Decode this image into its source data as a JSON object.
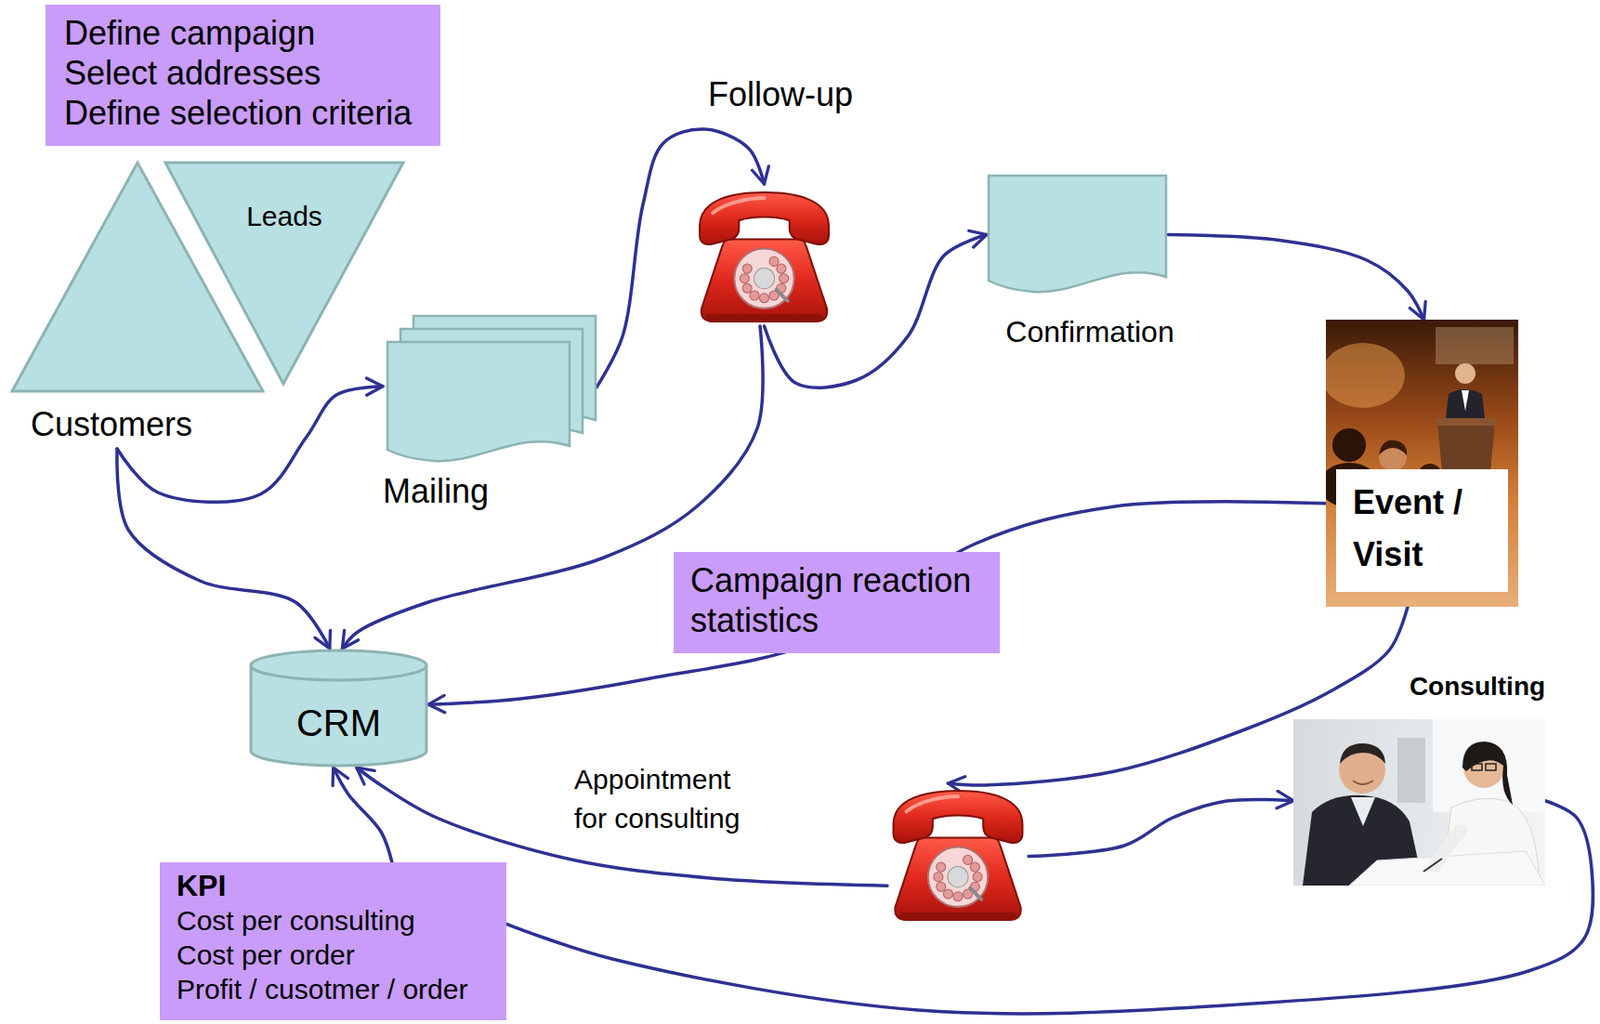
{
  "diagram": {
    "nodes": [
      {
        "text": [
          "Define campaign",
          "Select addresses",
          "Define selection criteria"
        ]
      },
      {
        "text": [
          "Customers"
        ]
      },
      {
        "text": [
          "Leads"
        ]
      },
      {
        "text": [
          "Mailing"
        ]
      },
      {
        "text": [
          "Follow-up"
        ]
      },
      {
        "text": [
          "Confirmation"
        ]
      },
      {
        "text": [
          "Event / Visit"
        ]
      },
      {
        "text": [
          "CRM"
        ]
      },
      {
        "text": [
          "Appointment for consulting"
        ]
      },
      {
        "text": [
          "Consulting"
        ]
      },
      {
        "text": [
          "KPI",
          "Cost per consulting",
          "Cost per order",
          "Profit / cusotmer / order"
        ]
      }
    ],
    "edges": [
      {
        "from": 1,
        "to": 3,
        "arrow": "to"
      },
      {
        "from": 1,
        "to": 7,
        "arrow": "to"
      },
      {
        "from": 3,
        "to": 4,
        "arrow": "to"
      },
      {
        "from": 4,
        "to": 5,
        "arrow": "to"
      },
      {
        "from": 4,
        "to": 7,
        "arrow": "to"
      },
      {
        "from": 5,
        "to": 6,
        "arrow": "to"
      },
      {
        "from": 6,
        "to": 7,
        "label": "Campaign reaction statistics",
        "arrow": "to"
      },
      {
        "from": 6,
        "to": 8,
        "arrow": "to"
      },
      {
        "from": 8,
        "to": 9,
        "arrow": "to"
      },
      {
        "from": 8,
        "to": 7,
        "arrow": "to"
      },
      {
        "from": 9,
        "to": 10,
        "arrow": "none"
      },
      {
        "from": 10,
        "to": 7,
        "arrow": "to"
      }
    ]
  }
}
